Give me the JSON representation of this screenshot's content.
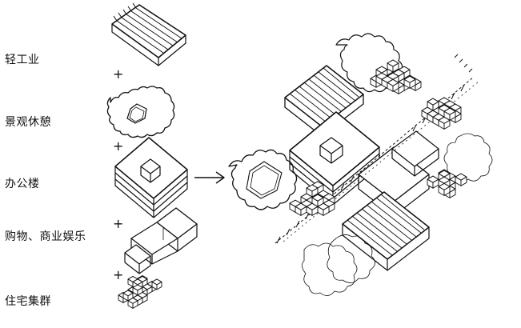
{
  "layers": [
    {
      "label": "轻工业",
      "icon": "light-industry-icon"
    },
    {
      "label": "景观休憩",
      "icon": "landscape-leisure-icon"
    },
    {
      "label": "办公楼",
      "icon": "office-building-icon"
    },
    {
      "label": "购物、商业娱乐",
      "icon": "shopping-commercial-icon"
    },
    {
      "label": "住宅集群",
      "icon": "residential-cluster-icon"
    }
  ],
  "connector": "+",
  "colors": {
    "ink": "#111111",
    "paper": "#ffffff"
  }
}
